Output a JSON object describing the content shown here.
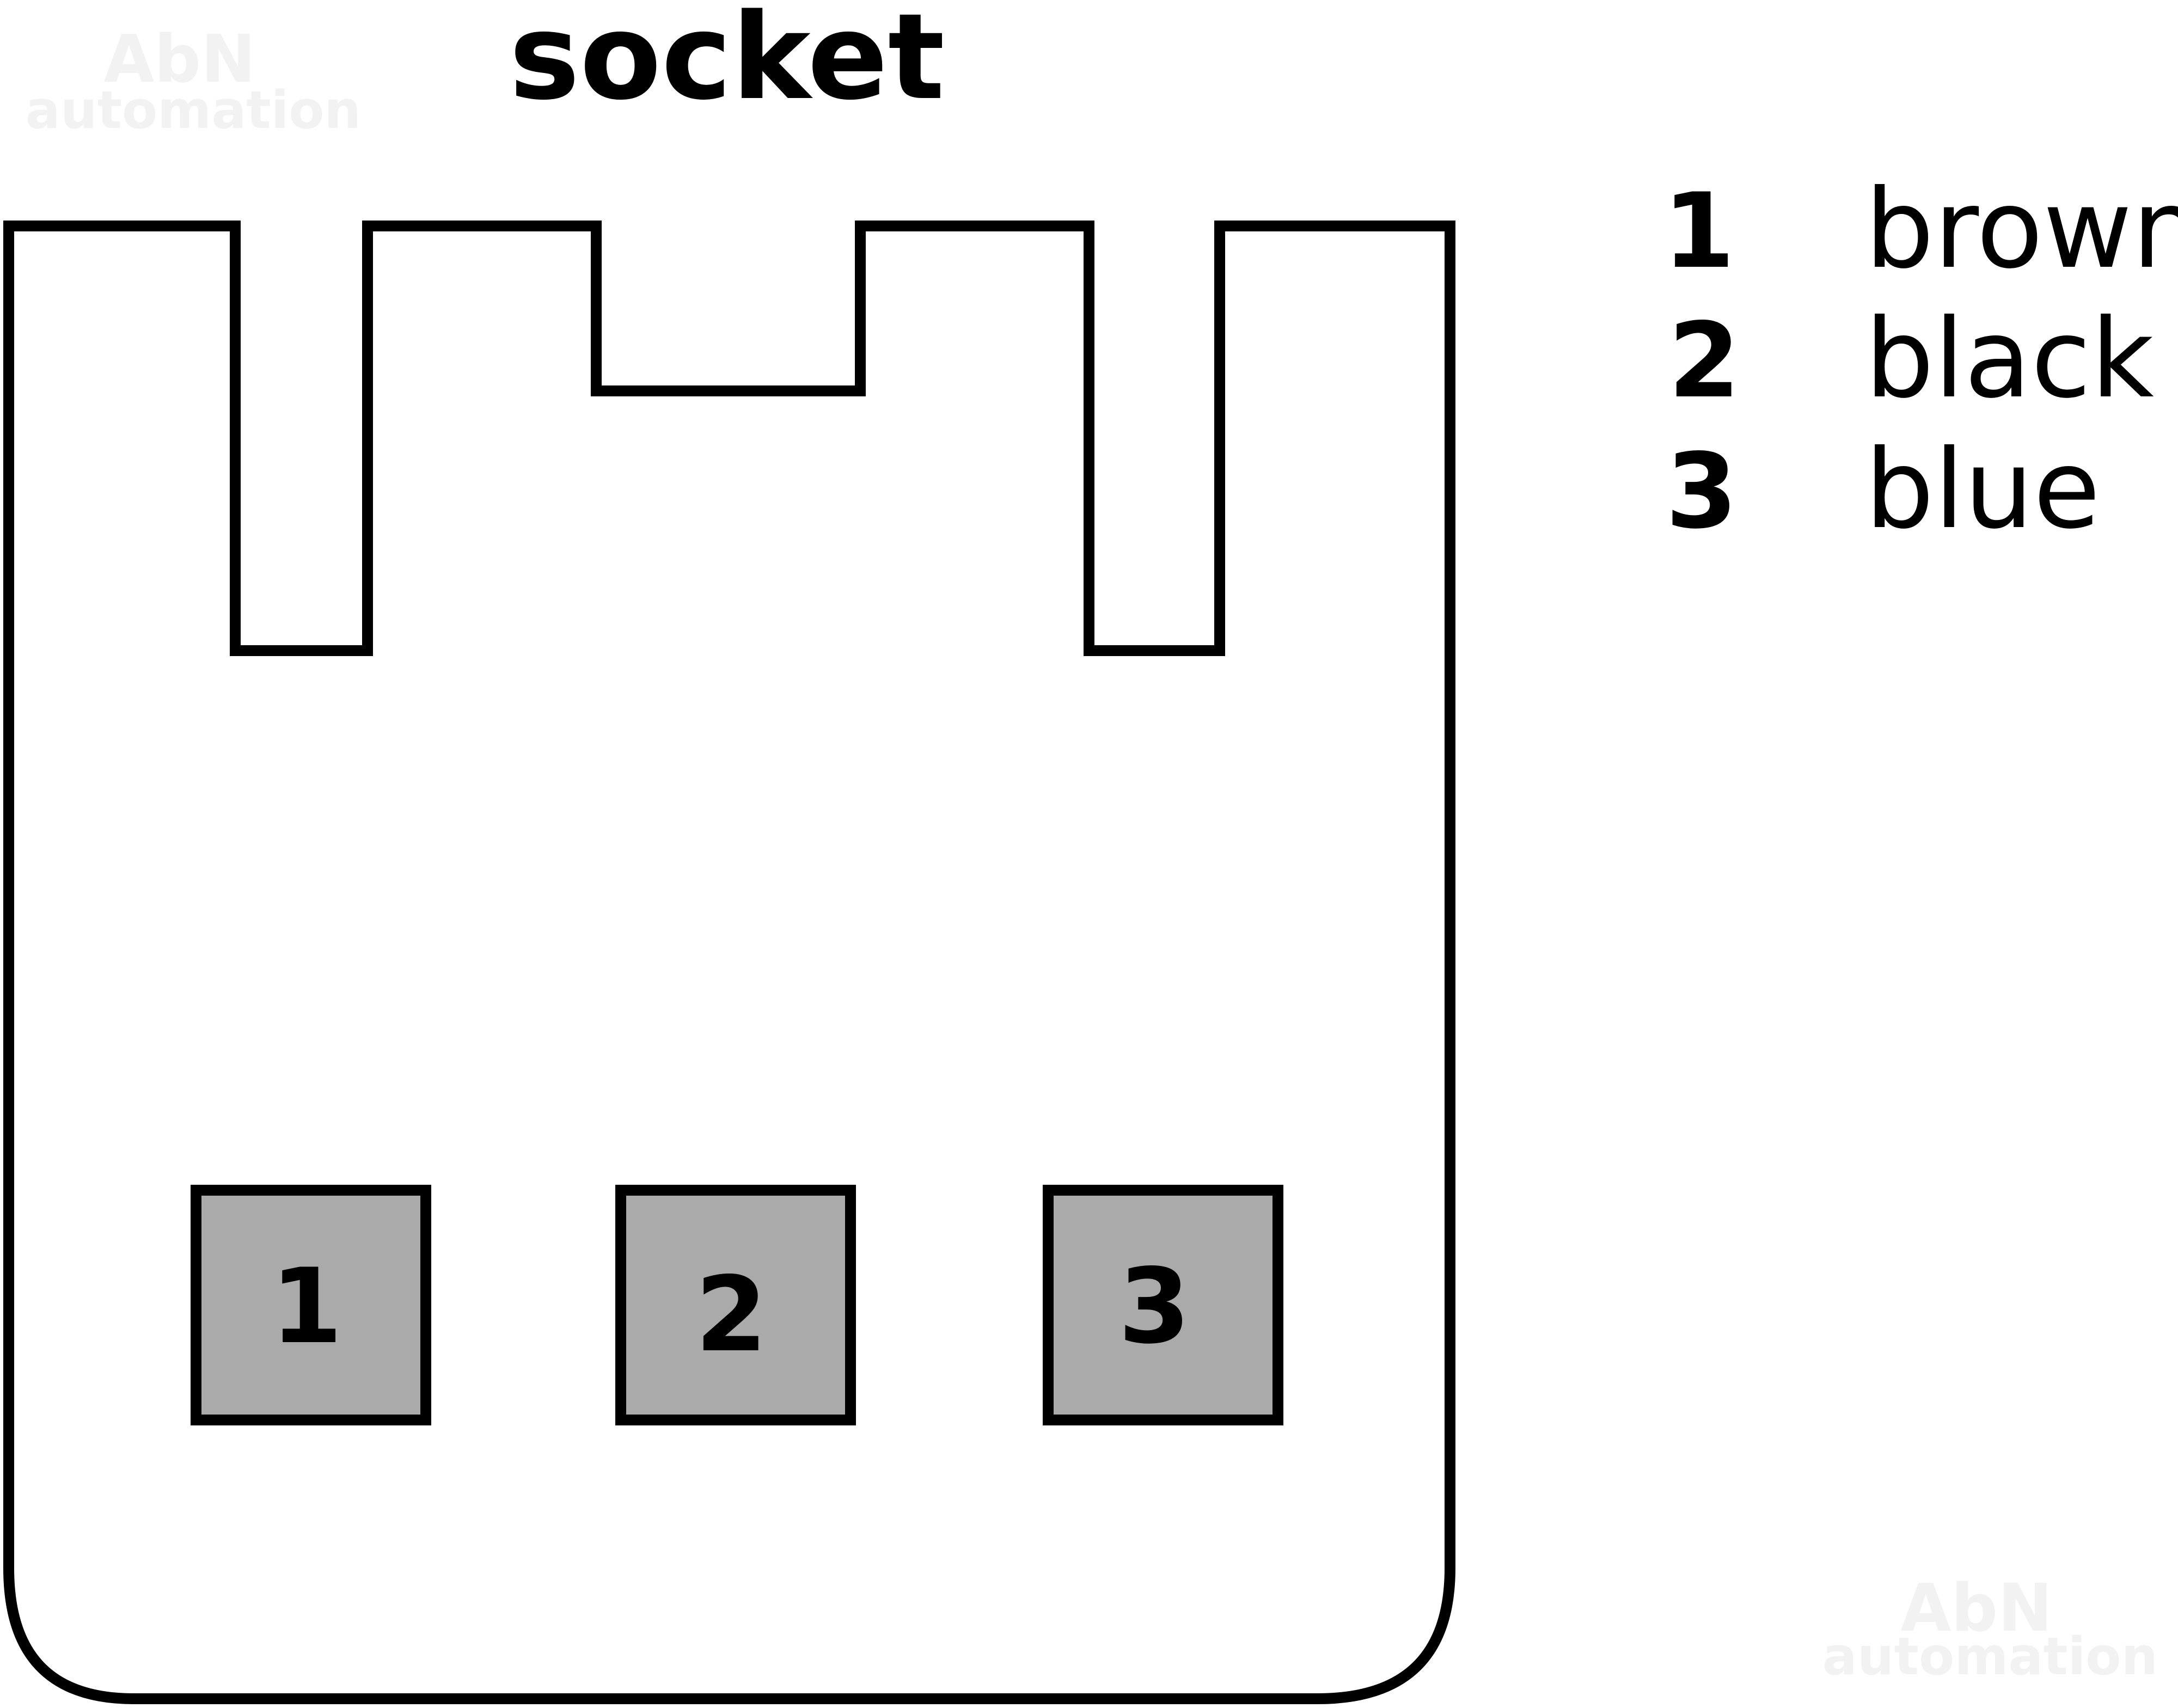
{
  "title": "socket",
  "watermark": {
    "line1": "AbN",
    "line2": "automation",
    "color": "#eeeeee"
  },
  "colors": {
    "outline": "#000000",
    "pin_fill": "#aaaaaa",
    "background": "#ffffff"
  },
  "pins": [
    {
      "label": "1"
    },
    {
      "label": "2"
    },
    {
      "label": "3"
    }
  ],
  "legend": [
    {
      "number": "1",
      "color": "brown"
    },
    {
      "number": "2",
      "color": "black"
    },
    {
      "number": "3",
      "color": "blue"
    }
  ]
}
